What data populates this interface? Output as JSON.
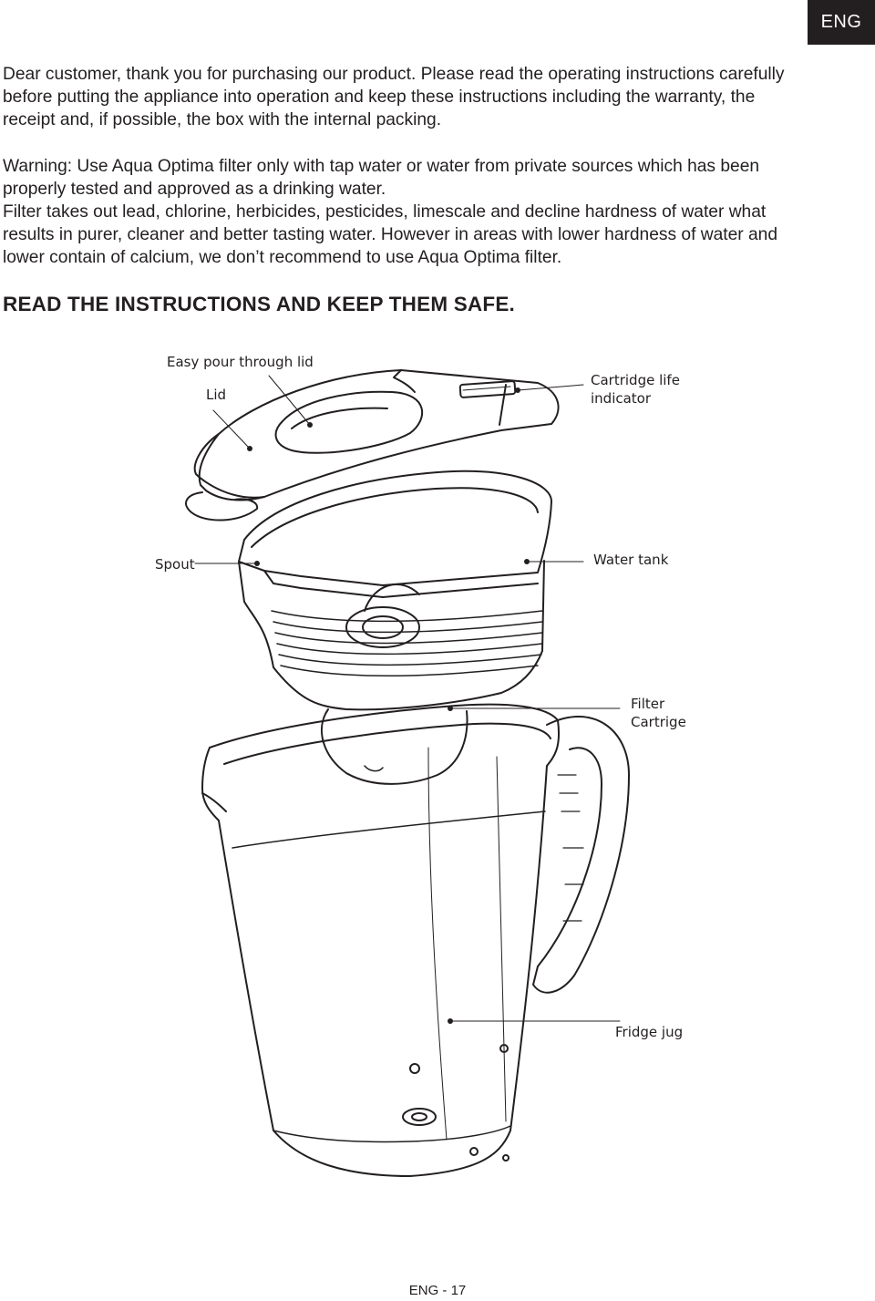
{
  "header": {
    "lang_badge": "ENG"
  },
  "intro": "Dear customer, thank you for purchasing our product. Please read the operating instructions carefully before putting the appliance into operation and keep these instructions including the warranty, the receipt and, if possible, the box with the internal packing.",
  "warning": {
    "line1": "Warning: Use Aqua Optima filter only with tap water or water from private sources which has been properly tested and approved as a drinking water.",
    "line2": "Filter takes out lead, chlorine, herbicides, pesticides, limescale and decline hardness of water what results in purer, cleaner and better tasting water. However in areas with lower hardness of water and lower contain of calcium, we don’t recommend to use Aqua Optima filter."
  },
  "heading": "READ THE INSTRUCTIONS AND KEEP THEM SAFE.",
  "diagram": {
    "labels": {
      "easy_pour_lid": "Easy pour through lid",
      "lid": "Lid",
      "cartridge_life_line1": "Cartridge life",
      "cartridge_life_line2": "indicator",
      "spout": "Spout",
      "water_tank": "Water tank",
      "filter_line1": "Filter",
      "filter_line2": "Cartrige",
      "fridge_jug": "Fridge jug"
    }
  },
  "footer": {
    "page_label": "ENG - 17"
  }
}
